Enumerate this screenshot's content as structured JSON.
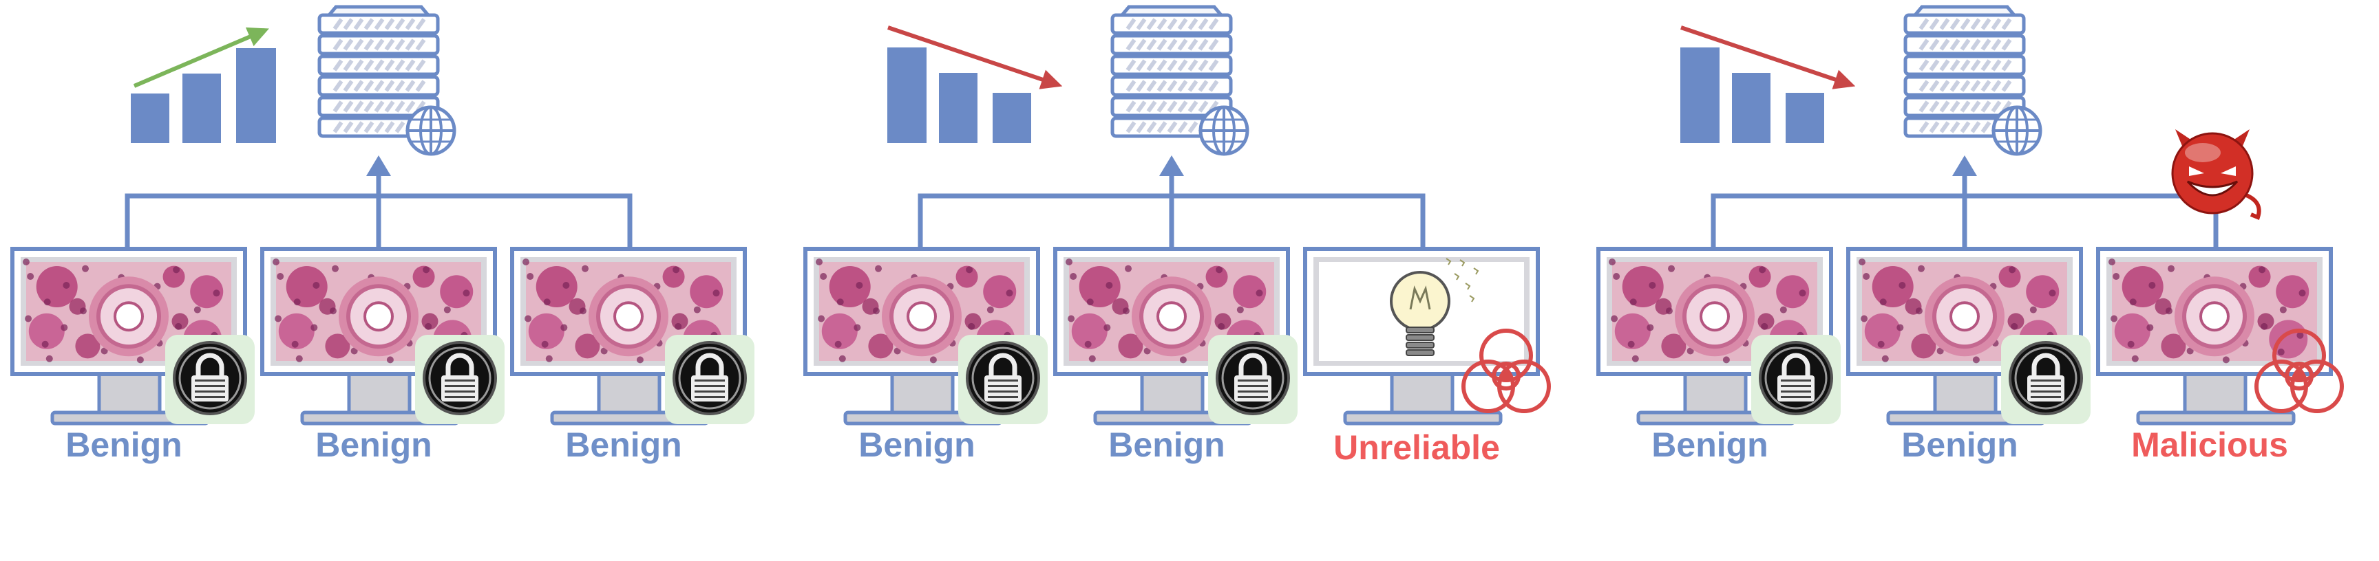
{
  "colors": {
    "benign": "#6f8fc8",
    "warning": "#ef5b5b",
    "line": "#6b8ac6",
    "bar": "#6b8ac6",
    "trend_up": "#7cb55a",
    "trend_down": "#c84646",
    "screen_bg": "#e4b6c6",
    "lock_bg": "#dff0dc"
  },
  "panels": [
    {
      "trend": "up",
      "clients": [
        {
          "label": "Benign",
          "kind": "benign",
          "screen": "tissue",
          "badge": "lock-icon"
        },
        {
          "label": "Benign",
          "kind": "benign",
          "screen": "tissue",
          "badge": "lock-icon"
        },
        {
          "label": "Benign",
          "kind": "benign",
          "screen": "tissue",
          "badge": "lock-icon"
        }
      ]
    },
    {
      "trend": "down",
      "clients": [
        {
          "label": "Benign",
          "kind": "benign",
          "screen": "tissue",
          "badge": "lock-icon"
        },
        {
          "label": "Benign",
          "kind": "benign",
          "screen": "tissue",
          "badge": "lock-icon"
        },
        {
          "label": "Unreliable",
          "kind": "bad",
          "screen": "lightbulb-icon",
          "badge": "biohazard-icon"
        }
      ]
    },
    {
      "trend": "down",
      "clients": [
        {
          "label": "Benign",
          "kind": "benign",
          "screen": "tissue",
          "badge": "lock-icon"
        },
        {
          "label": "Benign",
          "kind": "benign",
          "screen": "tissue",
          "badge": "lock-icon"
        },
        {
          "label": "Malicious",
          "kind": "bad",
          "screen": "tissue",
          "badge": "biohazard-icon",
          "attacker": "devil-icon"
        }
      ]
    }
  ]
}
